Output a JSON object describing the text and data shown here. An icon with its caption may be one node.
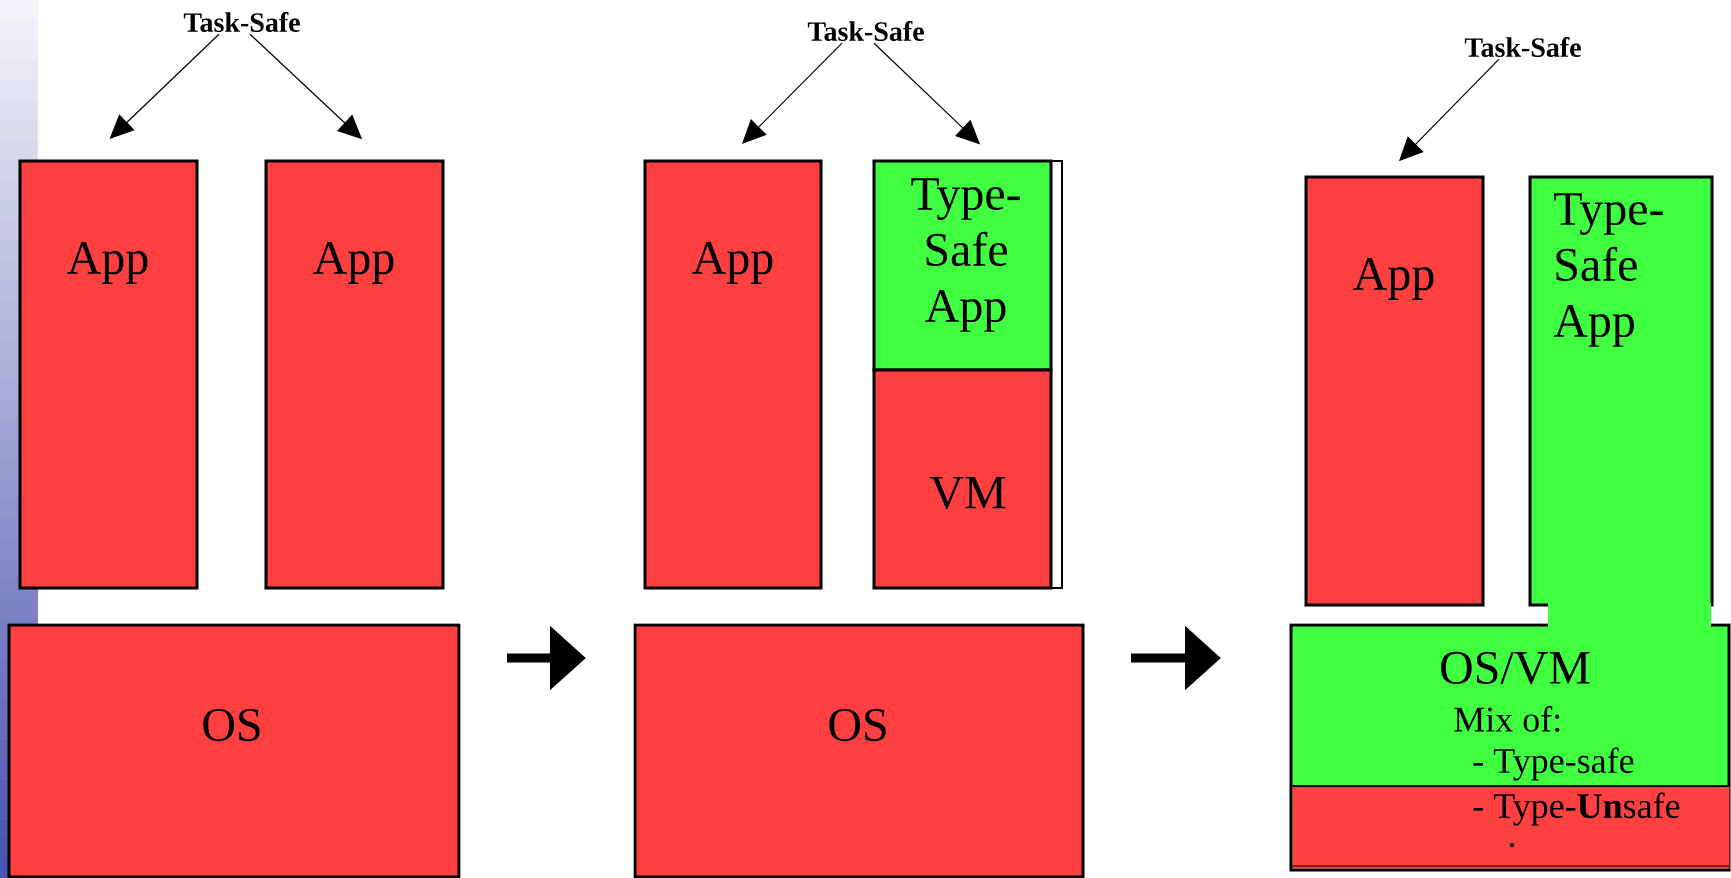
{
  "diagram": {
    "nodes": [
      {
        "text": [
          "Task-Safe"
        ]
      },
      {
        "text": [
          "App"
        ]
      },
      {
        "text": [
          "App"
        ]
      },
      {
        "text": [
          "OS"
        ]
      },
      {
        "text": [
          "Task-Safe"
        ]
      },
      {
        "text": [
          "App"
        ]
      },
      {
        "text": [
          "Type- Safe App"
        ]
      },
      {
        "text": [
          "VM"
        ]
      },
      {
        "text": [
          "OS"
        ]
      },
      {
        "text": [
          "Task-Safe"
        ]
      },
      {
        "text": [
          "App"
        ]
      },
      {
        "text": [
          "Type- Safe App"
        ]
      },
      {
        "text": [
          "OS/VM",
          "Mix of:",
          "- Type-safe",
          "- Type-**Un**safe",
          "."
        ]
      }
    ],
    "edges": [
      {
        "from": 0,
        "to": 1,
        "arrow": "to"
      },
      {
        "from": 0,
        "to": 2,
        "arrow": "to"
      },
      {
        "from": 4,
        "to": 5,
        "arrow": "to"
      },
      {
        "from": 4,
        "to": 6,
        "arrow": "to"
      },
      {
        "from": 9,
        "to": 10,
        "arrow": "to"
      },
      {
        "from": 3,
        "to": 8,
        "arrow": "to",
        "style": "thick"
      },
      {
        "from": 8,
        "to": 12,
        "arrow": "to",
        "style": "thick"
      }
    ]
  }
}
